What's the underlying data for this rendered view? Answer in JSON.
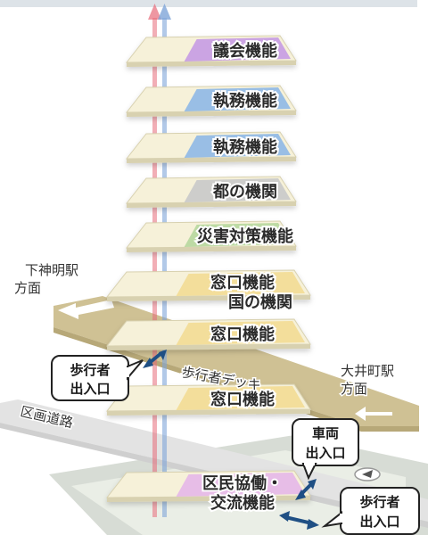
{
  "floors": [
    {
      "label": "議会機能",
      "color": "#c79be3"
    },
    {
      "label": "執務機能",
      "color": "#8fb8e6"
    },
    {
      "label": "執務機能",
      "color": "#8fb8e6"
    },
    {
      "label": "都の機関",
      "color": "#c9c9c9"
    },
    {
      "label": "災害対策機能",
      "color": "#b7d79d"
    },
    {
      "label": "窓口機能",
      "label2": "国の機関",
      "color": "#f3dc94"
    },
    {
      "label": "窓口機能",
      "color": "#f3dc94"
    },
    {
      "label": "窓口機能",
      "color": "#f3dc94"
    },
    {
      "label": "区民協働・",
      "label2": "交流機能",
      "color": "#e6b7e8"
    }
  ],
  "labels": {
    "shimoshinmei": "下神明駅",
    "shimoshinmei_dir": "方面",
    "oimachi": "大井町駅",
    "oimachi_dir": "方面",
    "deck": "歩行者デッキ",
    "road": "区画道路"
  },
  "callouts": {
    "ped_left_1": "歩行者",
    "ped_left_2": "出入口",
    "vehicle_1": "車両",
    "vehicle_2": "出入口",
    "ped_right_1": "歩行者",
    "ped_right_2": "出入口"
  },
  "colors": {
    "floor_base": "#f6f1d9",
    "floor_edge": "#d8d1b0",
    "deck": "#cdbf93",
    "arrow_blue": "#1f4f84",
    "core_up": "#e76b7a",
    "core_down": "#7fa5d8"
  }
}
